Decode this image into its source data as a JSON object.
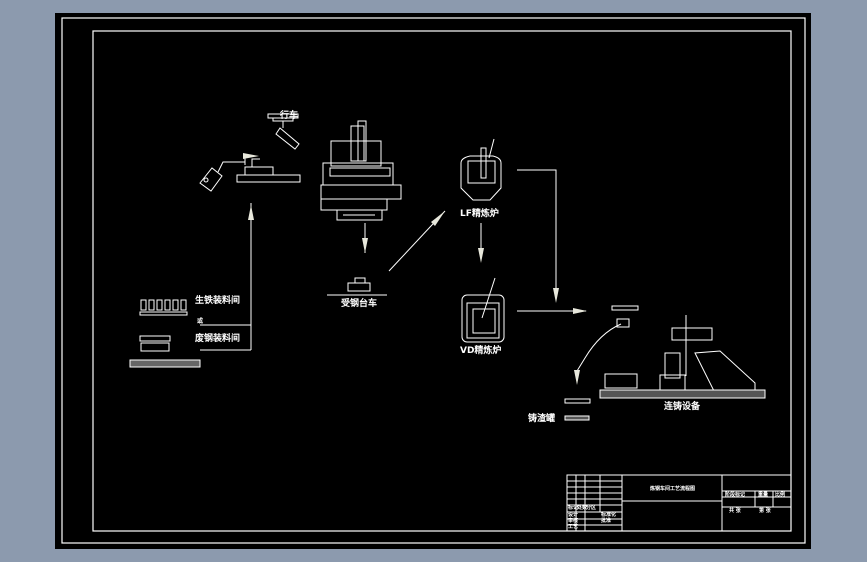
{
  "drawing": {
    "type": "steelmaking process flow diagram",
    "labels": {
      "crane": "行车",
      "pig_iron_bay": "生铁装料间",
      "or": "或",
      "scrap_bay": "废钢装料间",
      "ladle_car": "受钢台车",
      "lf_furnace": "LF精炼炉",
      "vd_furnace": "VD精炼炉",
      "slag_pot": "铸渣罐",
      "continuous_caster": "连铸设备"
    }
  },
  "title_block": {
    "drawing_title": "炼钢车间工艺流程图",
    "left_rows": [
      "标记",
      "处数",
      "分区",
      "更改文件号",
      "签名",
      "日期"
    ],
    "sign_rows": [
      "设计",
      "审核",
      "工艺"
    ],
    "sign_cols": [
      "标准化",
      "批准"
    ],
    "right": {
      "stage_label": "阶段标记",
      "weight_label": "重量",
      "scale_label": "比例",
      "sheets_label": "共 张",
      "sheet_label": "第 张"
    }
  },
  "colors": {
    "background": "#8c9aae",
    "sheet": "#000000",
    "line": "#ffffff",
    "arrow": "#e8e8dc"
  }
}
